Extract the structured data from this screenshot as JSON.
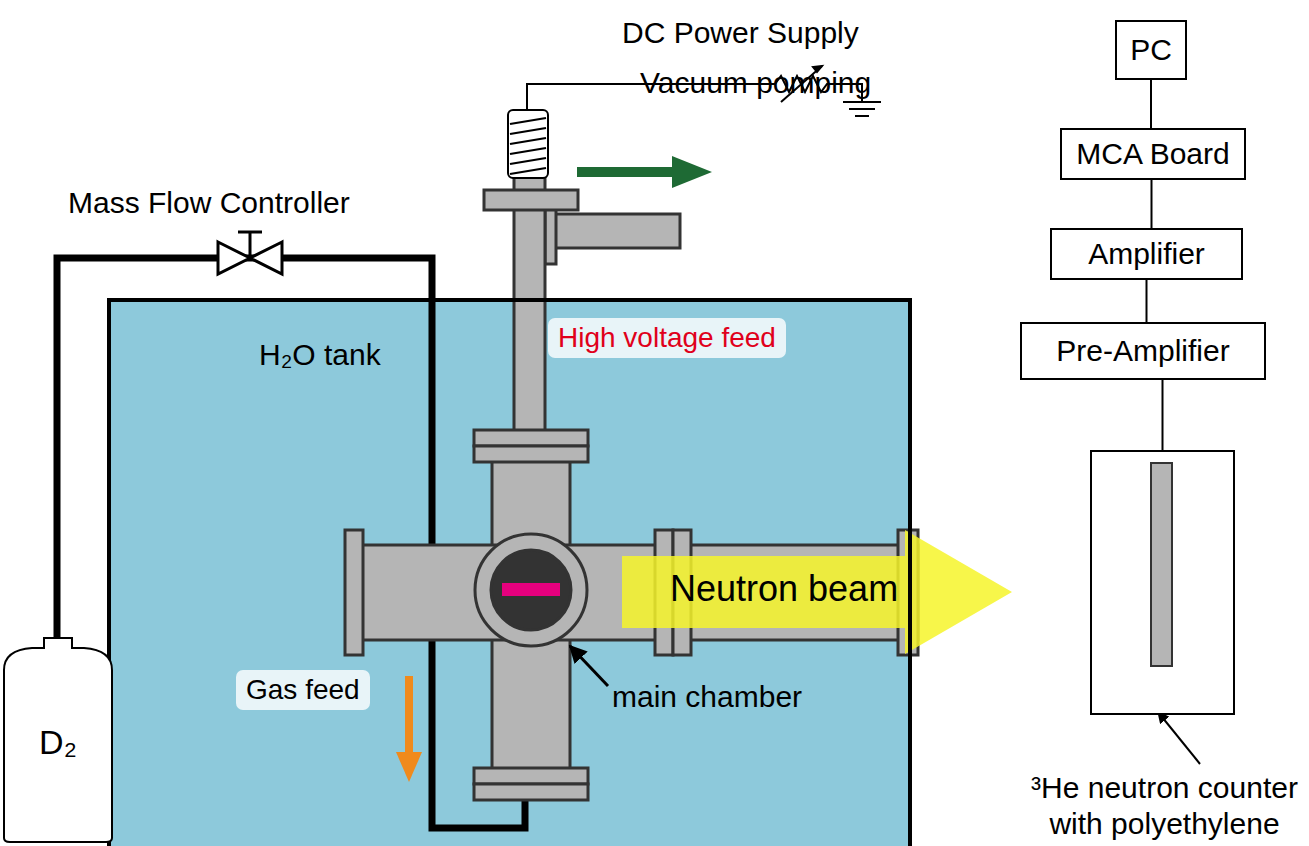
{
  "diagram": {
    "nodes": [
      {
        "text": [
          "H₂O tank"
        ]
      },
      {
        "text": [
          "D₂"
        ]
      },
      {
        "text": [
          "PC"
        ]
      },
      {
        "text": [
          "MCA Board"
        ]
      },
      {
        "text": [
          "Amplifier"
        ]
      },
      {
        "text": [
          "Pre-Amplifier"
        ]
      },
      {
        "text": [
          "³He neutron counter with polyethylene"
        ]
      }
    ],
    "edges": [
      {
        "from": 2,
        "to": 3,
        "arrow": "none"
      },
      {
        "from": 3,
        "to": 4,
        "arrow": "none"
      },
      {
        "from": 4,
        "to": 5,
        "arrow": "none"
      },
      {
        "from": 5,
        "to": 6,
        "arrow": "none"
      }
    ],
    "labels": [
      "DC Power Supply",
      "Vacuum pomping",
      "Mass Flow Controller",
      "High voltage feed",
      "Neutron beam",
      "Gas feed",
      "main chamber"
    ]
  }
}
